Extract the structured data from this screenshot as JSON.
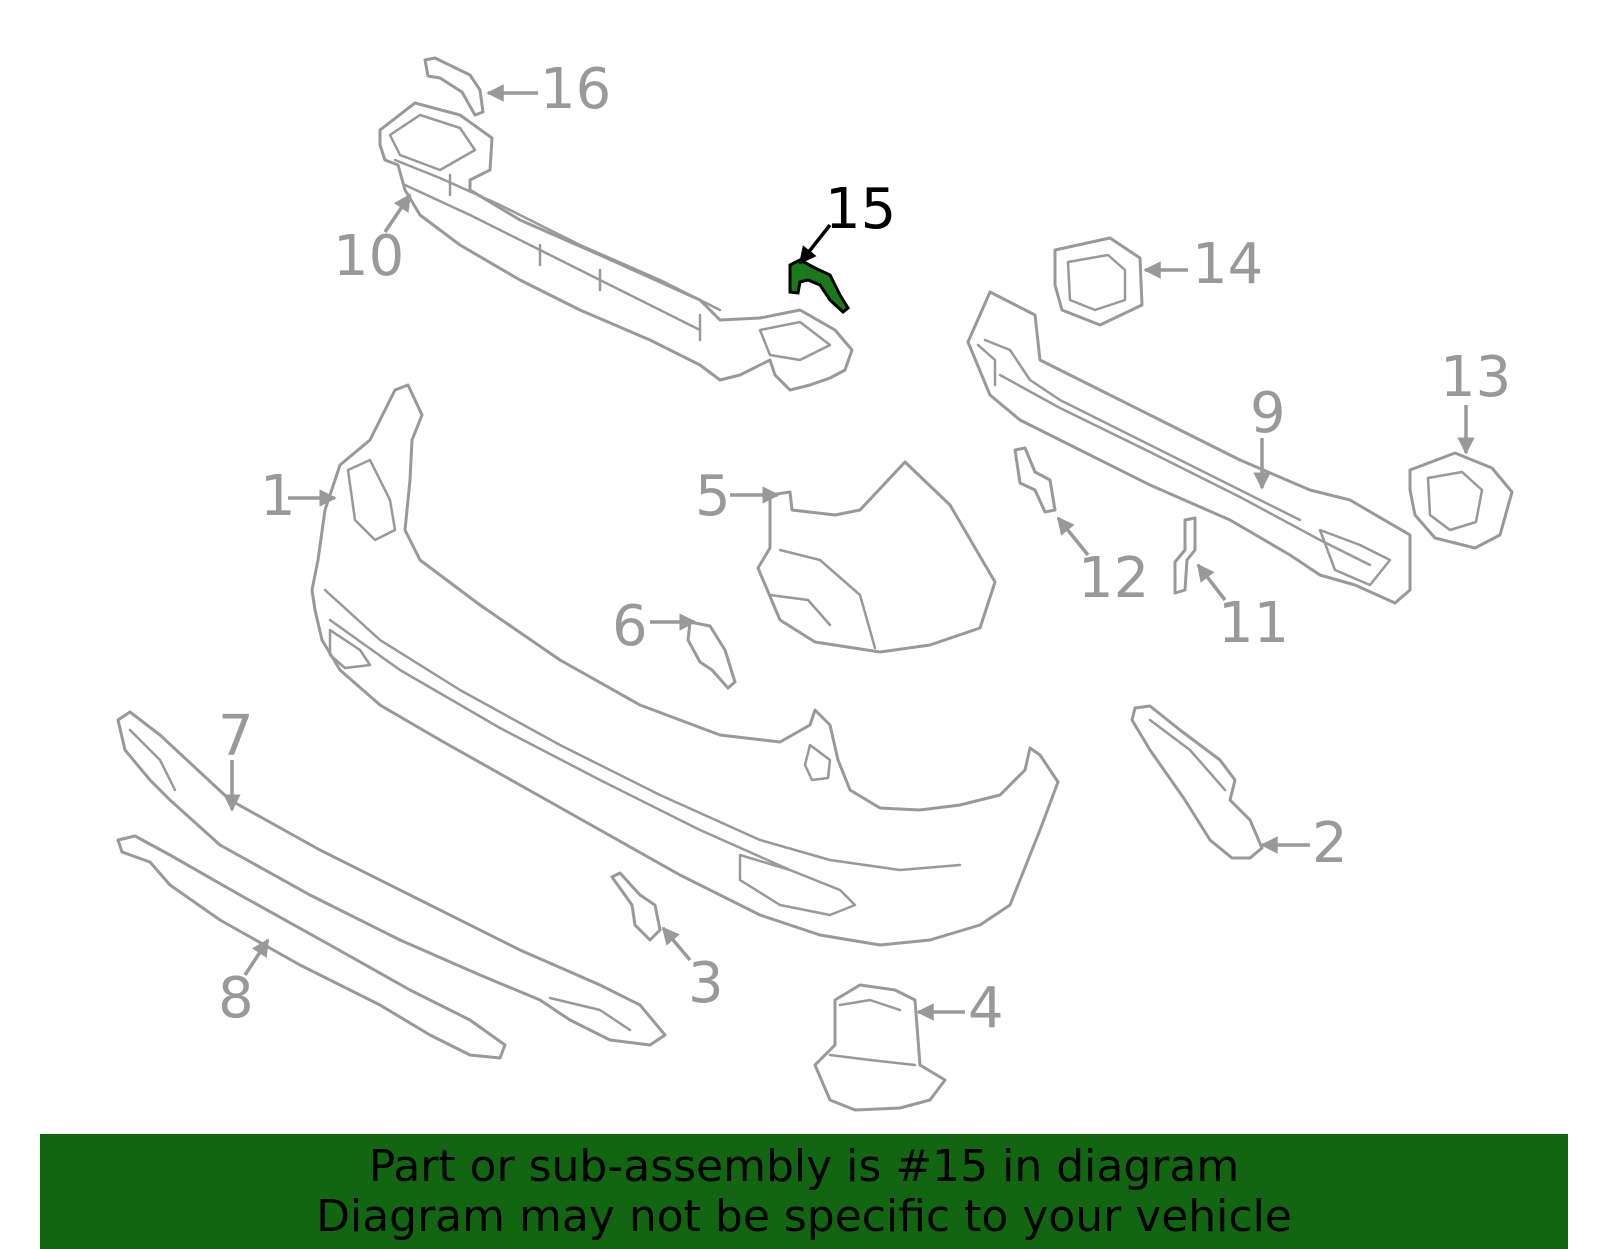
{
  "callouts": [
    {
      "id": "1",
      "label": "1"
    },
    {
      "id": "2",
      "label": "2"
    },
    {
      "id": "3",
      "label": "3"
    },
    {
      "id": "4",
      "label": "4"
    },
    {
      "id": "5",
      "label": "5"
    },
    {
      "id": "6",
      "label": "6"
    },
    {
      "id": "7",
      "label": "7"
    },
    {
      "id": "8",
      "label": "8"
    },
    {
      "id": "9",
      "label": "9"
    },
    {
      "id": "10",
      "label": "10"
    },
    {
      "id": "11",
      "label": "11"
    },
    {
      "id": "12",
      "label": "12"
    },
    {
      "id": "13",
      "label": "13"
    },
    {
      "id": "14",
      "label": "14"
    },
    {
      "id": "15",
      "label": "15"
    },
    {
      "id": "16",
      "label": "16"
    }
  ],
  "highlighted_part": "15",
  "banner": {
    "line1": "Part or sub-assembly is #15 in diagram",
    "line2": "Diagram may not be specific to your vehicle"
  },
  "colors": {
    "banner_background": "#126612",
    "highlight_fill": "#1a7a1a",
    "line_gray": "#999999"
  }
}
